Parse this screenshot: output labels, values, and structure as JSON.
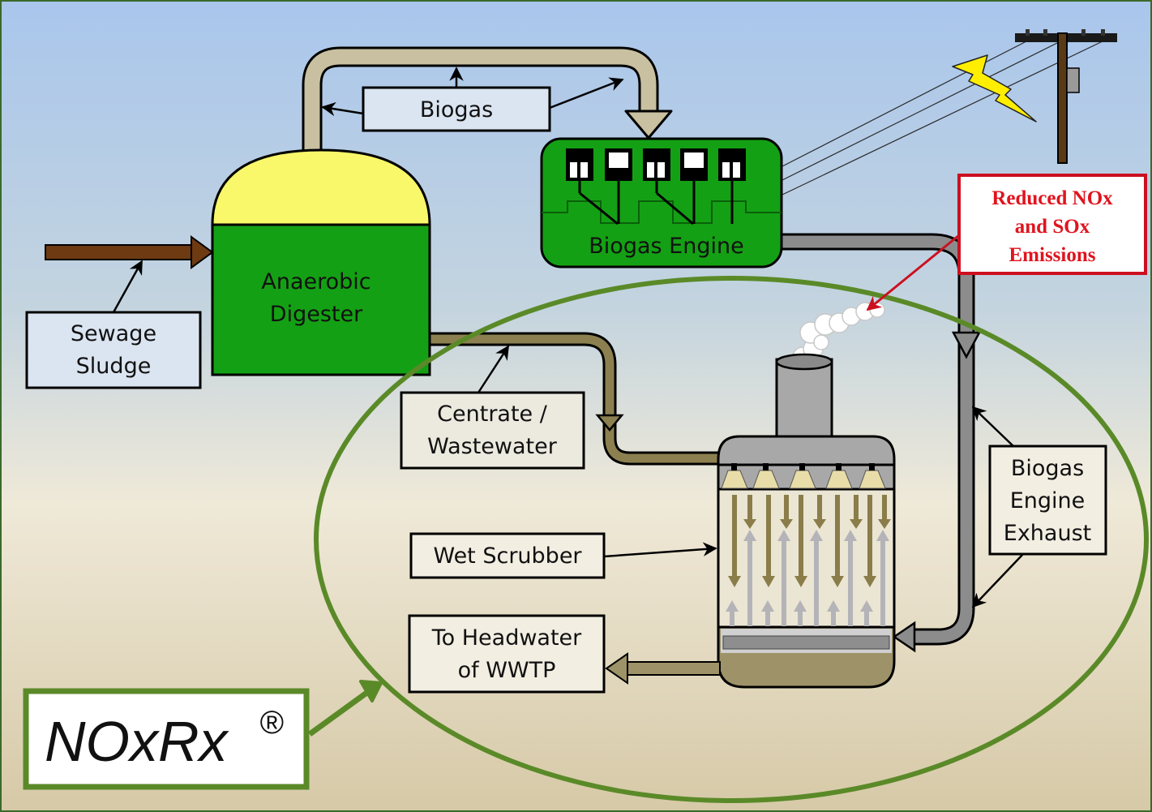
{
  "labels": {
    "biogas": "Biogas",
    "biogas_engine": "Biogas Engine",
    "digester_line1": "Anaerobic",
    "digester_line2": "Digester",
    "sludge_line1": "Sewage",
    "sludge_line2": "Sludge",
    "centrate_line1": "Centrate /",
    "centrate_line2": "Wastewater",
    "wet_scrubber": "Wet Scrubber",
    "headwater_line1": "To Headwater",
    "headwater_line2": "of WWTP",
    "exhaust_line1": "Biogas",
    "exhaust_line2": "Engine",
    "exhaust_line3": "Exhaust",
    "emissions_line1": "Reduced NOx",
    "emissions_line2": "and SOx",
    "emissions_line3": "Emissions",
    "brand_name": "NOxRx",
    "brand_mark": "®"
  },
  "icons": {
    "power_pole": "power-pole-icon",
    "lightning": "lightning-bolt-icon",
    "steam": "steam-cloud-icon"
  },
  "colors": {
    "sky_top": "#a9c6ec",
    "ground": "#d9cfb0",
    "digester_green": "#14a014",
    "dome_yellow": "#f8f86a",
    "biogas_pipe": "#c8c0a0",
    "exhaust_pipe": "#8c8c8c",
    "wastewater_pipe": "#8c8050",
    "ellipse_green": "#5a8a28",
    "emissions_red": "#e0141e"
  }
}
